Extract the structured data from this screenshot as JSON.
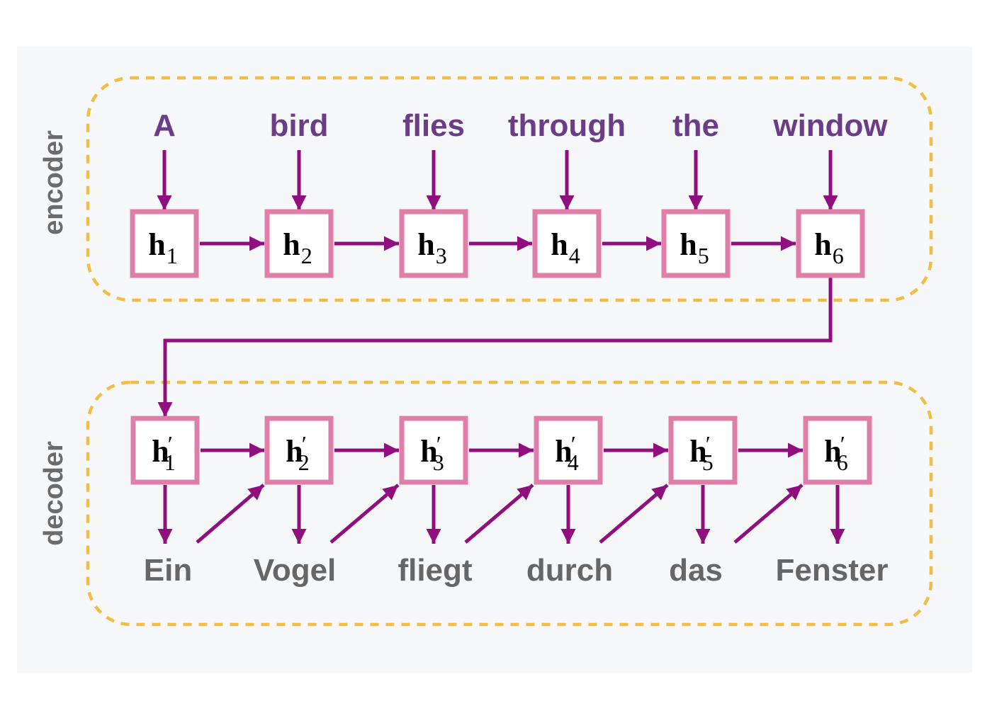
{
  "encoder": {
    "label": "encoder",
    "input_words": [
      "A",
      "bird",
      "flies",
      "through",
      "the",
      "window"
    ],
    "states": [
      {
        "symbol": "h",
        "prime": "",
        "index": "1"
      },
      {
        "symbol": "h",
        "prime": "",
        "index": "2"
      },
      {
        "symbol": "h",
        "prime": "",
        "index": "3"
      },
      {
        "symbol": "h",
        "prime": "",
        "index": "4"
      },
      {
        "symbol": "h",
        "prime": "",
        "index": "5"
      },
      {
        "symbol": "h",
        "prime": "",
        "index": "6"
      }
    ]
  },
  "decoder": {
    "label": "decoder",
    "output_words": [
      "Ein",
      "Vogel",
      "fliegt",
      "durch",
      "das",
      "Fenster"
    ],
    "states": [
      {
        "symbol": "h",
        "prime": "′",
        "index": "1"
      },
      {
        "symbol": "h",
        "prime": "′",
        "index": "2"
      },
      {
        "symbol": "h",
        "prime": "′",
        "index": "3"
      },
      {
        "symbol": "h",
        "prime": "′",
        "index": "4"
      },
      {
        "symbol": "h",
        "prime": "′",
        "index": "5"
      },
      {
        "symbol": "h",
        "prime": "′",
        "index": "6"
      }
    ]
  },
  "colors": {
    "arrow": "#8f0f7f",
    "box_border": "#de7fa8",
    "group_border": "#f2bd45",
    "input_word": "#6a3d86",
    "output_word": "#666666",
    "side_label": "#6b6b6b",
    "background": "#f6f7f9"
  }
}
